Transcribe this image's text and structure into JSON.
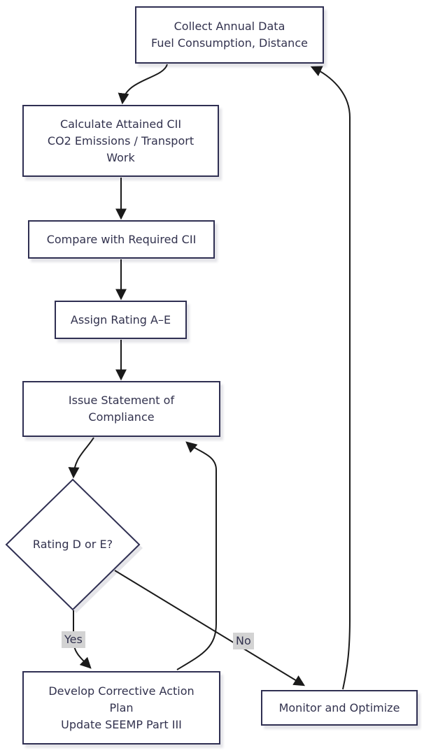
{
  "diagram": {
    "colors": {
      "background": "#ffffff",
      "node_fill": "#ffffff",
      "node_border": "#2f2f52",
      "text": "#32324e",
      "edge": "#1a1a1a",
      "edge_label_bg": "#d3d3d3"
    },
    "nodes": {
      "collect": {
        "lines": [
          "Collect Annual Data",
          "Fuel Consumption, Distance"
        ]
      },
      "calculate": {
        "lines": [
          "Calculate Attained CII",
          "CO2 Emissions / Transport",
          "Work"
        ]
      },
      "compare": {
        "lines": [
          "Compare with Required CII"
        ]
      },
      "assign": {
        "lines": [
          "Assign Rating A–E"
        ]
      },
      "issue": {
        "lines": [
          "Issue Statement of",
          "Compliance"
        ]
      },
      "decision": {
        "lines": [
          "Rating D or E?"
        ]
      },
      "corrective": {
        "lines": [
          "Develop Corrective Action",
          "Plan",
          "Update SEEMP Part III"
        ]
      },
      "monitor": {
        "lines": [
          "Monitor and Optimize"
        ]
      }
    },
    "edge_labels": {
      "yes": "Yes",
      "no": "No"
    }
  }
}
